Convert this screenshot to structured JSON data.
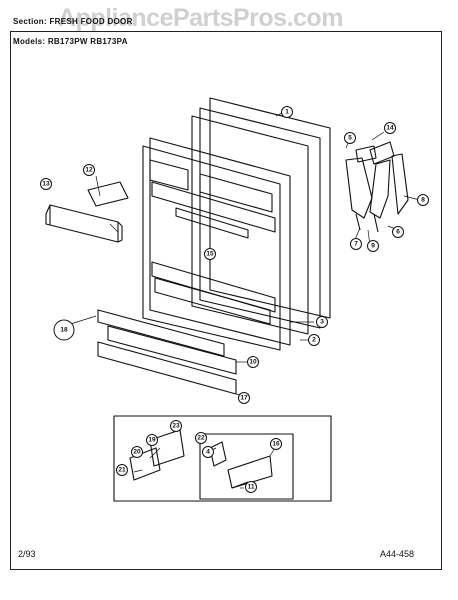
{
  "header": {
    "section_line": "Section: FRESH FOOD DOOR",
    "models_line": "Models: RB173PW  RB173PA"
  },
  "watermark": "AppliancePartsPros.com",
  "footer": {
    "date": "2/93",
    "drawing_number": "A44-458"
  },
  "callouts": [
    "1",
    "2",
    "3",
    "4",
    "5",
    "6",
    "7",
    "8",
    "9",
    "10",
    "11",
    "12",
    "13",
    "14",
    "15",
    "16",
    "17",
    "18",
    "19",
    "20",
    "21",
    "22",
    "23"
  ],
  "colors": {
    "line": "#111111",
    "background": "#ffffff",
    "watermark": "#969696"
  }
}
